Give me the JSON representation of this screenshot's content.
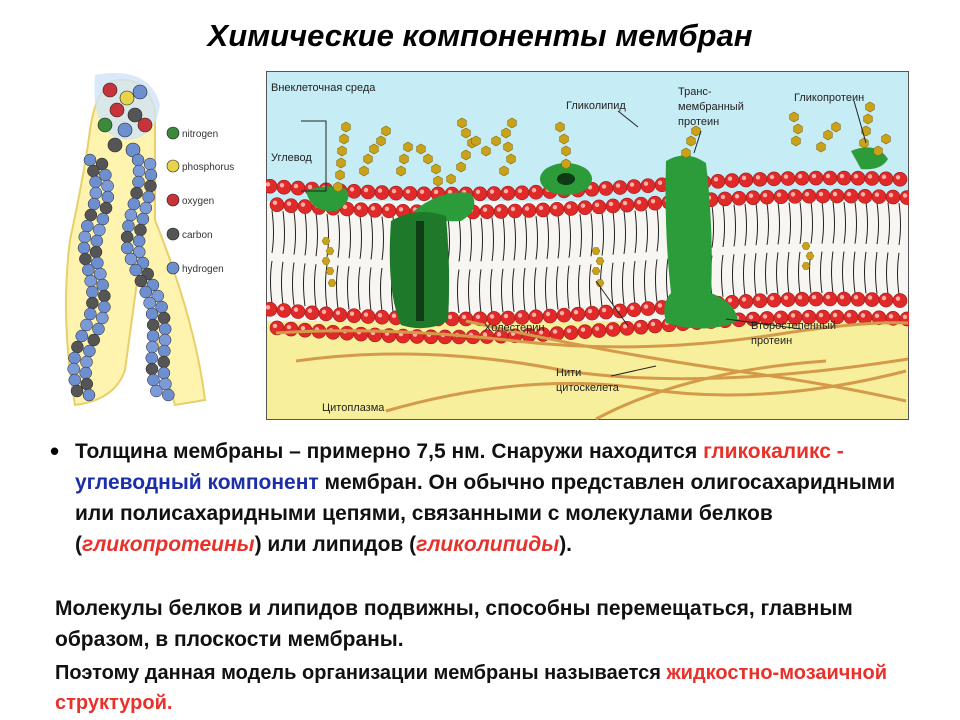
{
  "title": "Химические компоненты мембран",
  "legend": [
    {
      "label": "nitrogen",
      "color": "#3a8a3a"
    },
    {
      "label": "phosphorus",
      "color": "#e8d44a"
    },
    {
      "label": "oxygen",
      "color": "#c8323a"
    },
    {
      "label": "carbon",
      "color": "#555555"
    },
    {
      "label": "hydrogen",
      "color": "#6d8fd0"
    }
  ],
  "diagram_labels": {
    "extracellular": "Внеклеточная среда",
    "carbohydrate": "Углевод",
    "glycolipid": "Гликолипид",
    "transmembrane_1": "Транс-",
    "transmembrane_2": "мембранный",
    "transmembrane_3": "протеин",
    "glycoprotein": "Гликопротеин",
    "cholesterol": "Холестерин",
    "secondary_1": "Второстепенный",
    "secondary_2": "протеин",
    "filaments_1": "Нити",
    "filaments_2": "цитоскелета",
    "cytoplasm": "Цитоплазма"
  },
  "colors": {
    "head": "#e02a2a",
    "protein": "#2c9b3a",
    "sugar": "#c8a21a",
    "cytoplasm": "#f7ef9b",
    "outside": "#c6ecf6"
  },
  "text": {
    "bullet": "•",
    "p1_a": "Толщина мембраны – примерно 7,5 нм. Снаружи находится ",
    "p1_b": "гликокаликс",
    "p1_c": " - ",
    "p1_d": "углеводный компонент",
    "p1_e": " мембран. Он обычно представлен олигосахаридными или полисахаридными цепями, связанными с молекулами белков (",
    "p1_f": "гликопротеины",
    "p1_g": ") или липидов (",
    "p1_h": "гликолипиды",
    "p1_i": ").",
    "p2": "Молекулы белков и липидов подвижны, способны перемещаться, главным образом, в плоскости мембраны.",
    "p3_a": "Поэтому данная модель организации мембраны называется ",
    "p3_b": "жидкостно-мозаичной структурой."
  }
}
